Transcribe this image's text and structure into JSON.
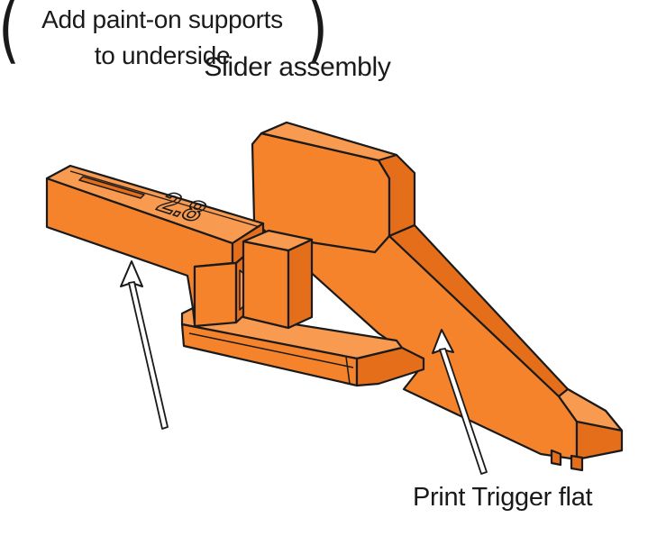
{
  "title": "Slider assembly",
  "part_engraving": "2.8",
  "note": {
    "open_paren": "(",
    "line1": "Add paint-on supports",
    "line2": "to underside",
    "close_paren": ")"
  },
  "callout_trigger": "Print Trigger flat",
  "colors": {
    "part_fill": "#F5832B",
    "part_shade": "#E46E1A",
    "part_light": "#F89A4F",
    "outline": "#1a1a1a",
    "arrow_fill": "#ffffff"
  }
}
